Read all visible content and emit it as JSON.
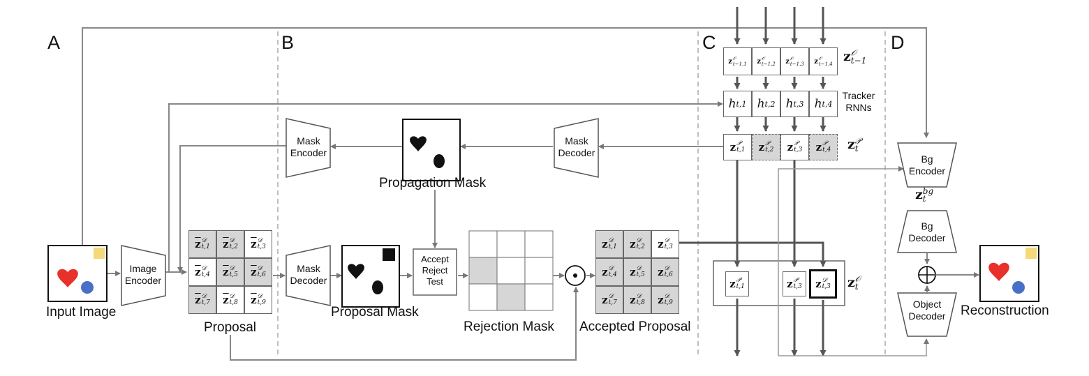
{
  "panels": {
    "a": "A",
    "b": "B",
    "c": "C",
    "d": "D"
  },
  "captions": {
    "input_image": "Input Image",
    "proposal": "Proposal",
    "proposal_mask": "Proposal Mask",
    "propagation_mask": "Propagation Mask",
    "rejection_mask": "Rejection Mask",
    "accepted_proposal": "Accepted Proposal",
    "reconstruction": "Reconstruction"
  },
  "blocks": {
    "image_encoder": [
      "Image",
      "Encoder"
    ],
    "mask_decoder_b": [
      "Mask",
      "Decoder"
    ],
    "mask_encoder": [
      "Mask",
      "Encoder"
    ],
    "mask_decoder_top": [
      "Mask",
      "Decoder"
    ],
    "accept_reject": [
      "Accept",
      "Reject",
      "Test"
    ],
    "bg_encoder": [
      "Bg",
      "Encoder"
    ],
    "bg_decoder": [
      "Bg",
      "Decoder"
    ],
    "object_decoder": [
      "Object",
      "Decoder"
    ],
    "tracker": [
      "Tracker",
      "RNNs"
    ]
  },
  "symbols": {
    "z": "z",
    "h": "h",
    "t": "t",
    "sup_d": "𝒟",
    "sup_p": "𝒫",
    "sup_o": "𝒪",
    "sup_bg": "bg",
    "prev": "t−1",
    "idx": [
      "1",
      "2",
      "3",
      "4",
      "5",
      "6",
      "7",
      "8",
      "9"
    ],
    "hadamard": "⊙",
    "plus": "⊕"
  },
  "colors": {
    "heart": "#e8312a",
    "circle": "#4a6fc7",
    "square": "#f3d97a",
    "cell_gray": "#d6d6d6",
    "line": "#777777"
  }
}
